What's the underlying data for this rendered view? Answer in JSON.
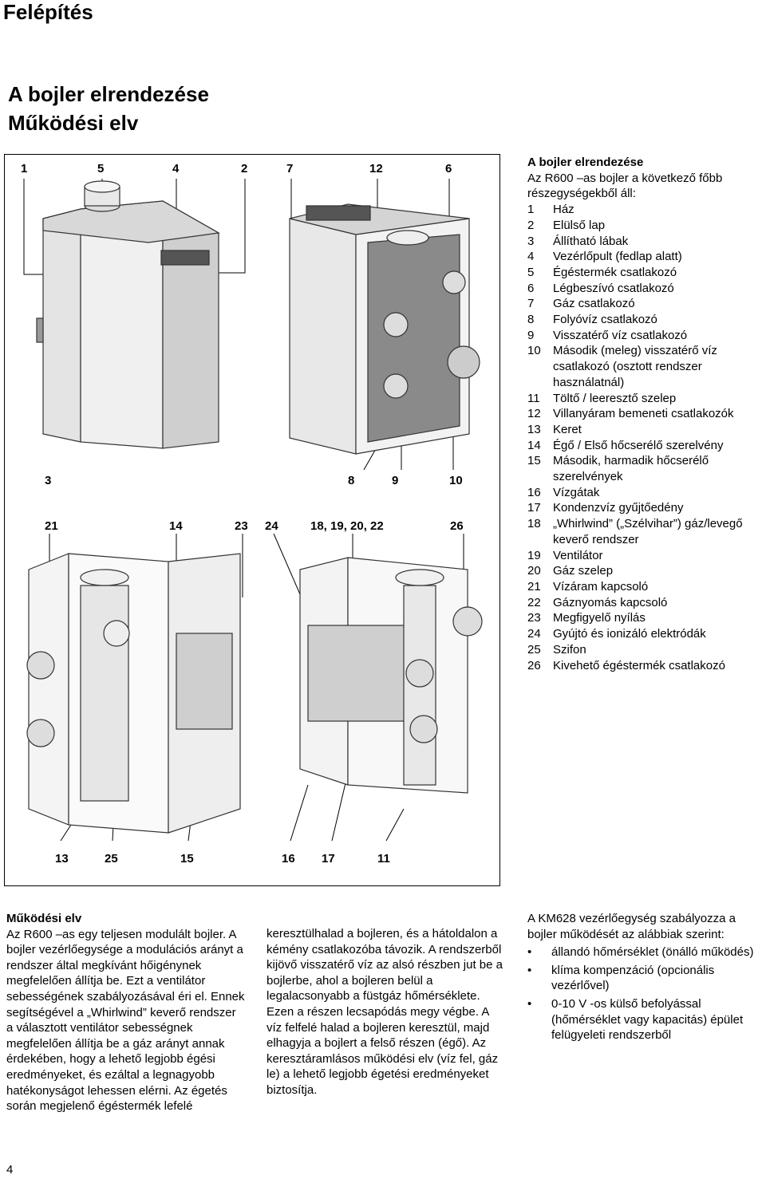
{
  "header": {
    "section_title": "Felépítés",
    "subtitle_line1": "A bojler elrendezése",
    "subtitle_line2": "Működési elv"
  },
  "figure": {
    "callouts_top": [
      "1",
      "5",
      "4",
      "2",
      "7",
      "12",
      "6"
    ],
    "callouts_mid": [
      "3",
      "8",
      "9",
      "10"
    ],
    "callouts_lower": [
      "21",
      "14",
      "23",
      "24",
      "18, 19, 20, 22",
      "26"
    ],
    "callouts_bottom": [
      "13",
      "25",
      "15",
      "16",
      "17",
      "11"
    ]
  },
  "legend": {
    "title": "A bojler elrendezése",
    "intro": "Az R600 –as bojler a következő főbb részegységekből áll:",
    "items": [
      {
        "num": "1",
        "text": "Ház"
      },
      {
        "num": "2",
        "text": "Elülső lap"
      },
      {
        "num": "3",
        "text": "Állítható lábak"
      },
      {
        "num": "4",
        "text": "Vezérlőpult (fedlap alatt)"
      },
      {
        "num": "5",
        "text": "Égéstermék csatlakozó"
      },
      {
        "num": "6",
        "text": "Légbeszívó csatlakozó"
      },
      {
        "num": "7",
        "text": "Gáz csatlakozó"
      },
      {
        "num": "8",
        "text": "Folyóvíz csatlakozó"
      },
      {
        "num": "9",
        "text": "Visszatérő víz csatlakozó"
      },
      {
        "num": "10",
        "text": "Második (meleg) visszatérő víz csatlakozó (osztott rendszer használatnál)"
      },
      {
        "num": "11",
        "text": "Töltő / leeresztő szelep"
      },
      {
        "num": "12",
        "text": "Villanyáram bemeneti csatlakozók"
      },
      {
        "num": "13",
        "text": "Keret"
      },
      {
        "num": "14",
        "text": "Égő / Első hőcserélő szerelvény"
      },
      {
        "num": "15",
        "text": "Második, harmadik hőcserélő szerelvények"
      },
      {
        "num": "16",
        "text": "Vízgátak"
      },
      {
        "num": "17",
        "text": "Kondenzvíz gyűjtőedény"
      },
      {
        "num": "18",
        "text": "„Whirlwind” („Szélvihar”) gáz/levegő keverő rendszer"
      },
      {
        "num": "19",
        "text": "Ventilátor"
      },
      {
        "num": "20",
        "text": "Gáz szelep"
      },
      {
        "num": "21",
        "text": "Vízáram kapcsoló"
      },
      {
        "num": "22",
        "text": "Gáznyomás kapcsoló"
      },
      {
        "num": "23",
        "text": "Megfigyelő nyílás"
      },
      {
        "num": "24",
        "text": "Gyújtó és ionizáló elektródák"
      },
      {
        "num": "25",
        "text": "Szifon"
      },
      {
        "num": "26",
        "text": "Kivehető égéstermék csatlakozó"
      }
    ]
  },
  "operation": {
    "title": "Működési elv",
    "col1": "Az R600 –as egy teljesen modulált bojler. A bojler vezérlőegysége a modulációs arányt a rendszer által megkívánt hőigénynek megfelelően állítja be. Ezt a ventilátor sebességének szabályozásával éri el. Ennek segítségével a „Whirlwind” keverő rendszer a választott ventilátor sebességnek megfelelően állítja be a gáz arányt annak érdekében, hogy a lehető legjobb égési eredményeket, és ezáltal a legnagyobb hatékonyságot lehessen elérni. Az égetés során megjelenő égéstermék lefelé",
    "col2": "keresztülhalad a bojleren, és a hátoldalon a kémény csatlakozóba távozik. A rendszerből kijövő visszatérő víz az alsó részben jut be a bojlerbe, ahol a bojleren belül a legalacsonyabb a füstgáz hőmérséklete. Ezen a részen lecsapódás megy végbe. A víz felfelé halad a bojleren keresztül, majd elhagyja a bojlert a felső részen (égő). Az keresztáramlásos működési elv (víz fel, gáz le) a lehető legjobb égetési eredményeket biztosítja.",
    "col3_intro": "A KM628 vezérlőegység szabályozza a bojler működését az alábbiak szerint:",
    "bullets": [
      "állandó hőmérséklet (önálló működés)",
      "klíma kompenzáció (opcionális vezérlővel)",
      "0-10 V -os külső befolyással (hőmérséklet vagy kapacitás) épület felügyeleti rendszerből"
    ]
  },
  "footer": {
    "page_number": "4"
  }
}
